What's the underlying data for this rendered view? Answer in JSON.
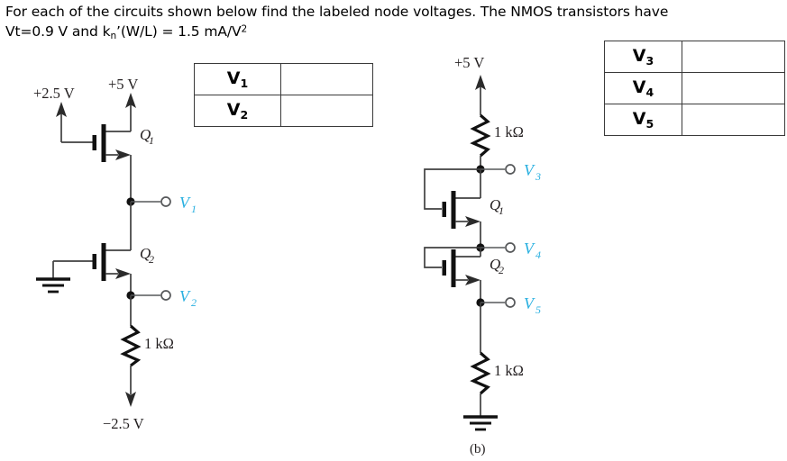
{
  "prompt": {
    "line1": "For each of the circuits shown below find the labeled node voltages.  The NMOS transistors have",
    "line2_a": "Vt=0.9 V and k",
    "line2_sub": "n",
    "line2_b": "’(W/L) = 1.5 mA/V",
    "line2_sup": "2"
  },
  "tables": {
    "table_a": {
      "rows": [
        {
          "label": "V",
          "sub": "1",
          "value": ""
        },
        {
          "label": "V",
          "sub": "2",
          "value": ""
        }
      ]
    },
    "table_b": {
      "rows": [
        {
          "label": "V",
          "sub": "3",
          "value": ""
        },
        {
          "label": "V",
          "sub": "4",
          "value": ""
        },
        {
          "label": "V",
          "sub": "5",
          "value": ""
        }
      ]
    }
  },
  "circuit_a": {
    "supply_gate": "+2.5 V",
    "supply_drain": "+5 V",
    "supply_bottom": "−2.5 V",
    "transistor_1": {
      "name": "Q",
      "sub": "1"
    },
    "transistor_2": {
      "name": "Q",
      "sub": "2"
    },
    "node_1": {
      "name": "V",
      "sub": "1"
    },
    "node_2": {
      "name": "V",
      "sub": "2"
    },
    "resistor": "1 kΩ"
  },
  "circuit_b": {
    "caption": "(b)",
    "supply_top": "+5 V",
    "resistor_top": "1 kΩ",
    "resistor_bottom": "1 kΩ",
    "transistor_1": {
      "name": "Q",
      "sub": "1"
    },
    "transistor_2": {
      "name": "Q",
      "sub": "2"
    },
    "node_3": {
      "name": "V",
      "sub": "3"
    },
    "node_4": {
      "name": "V",
      "sub": "4"
    },
    "node_5": {
      "name": "V",
      "sub": "5"
    }
  },
  "colors": {
    "node_label": "#2ab0e0",
    "wire": "#404040",
    "device": "#111111",
    "table_border": "#3a3a3a"
  }
}
